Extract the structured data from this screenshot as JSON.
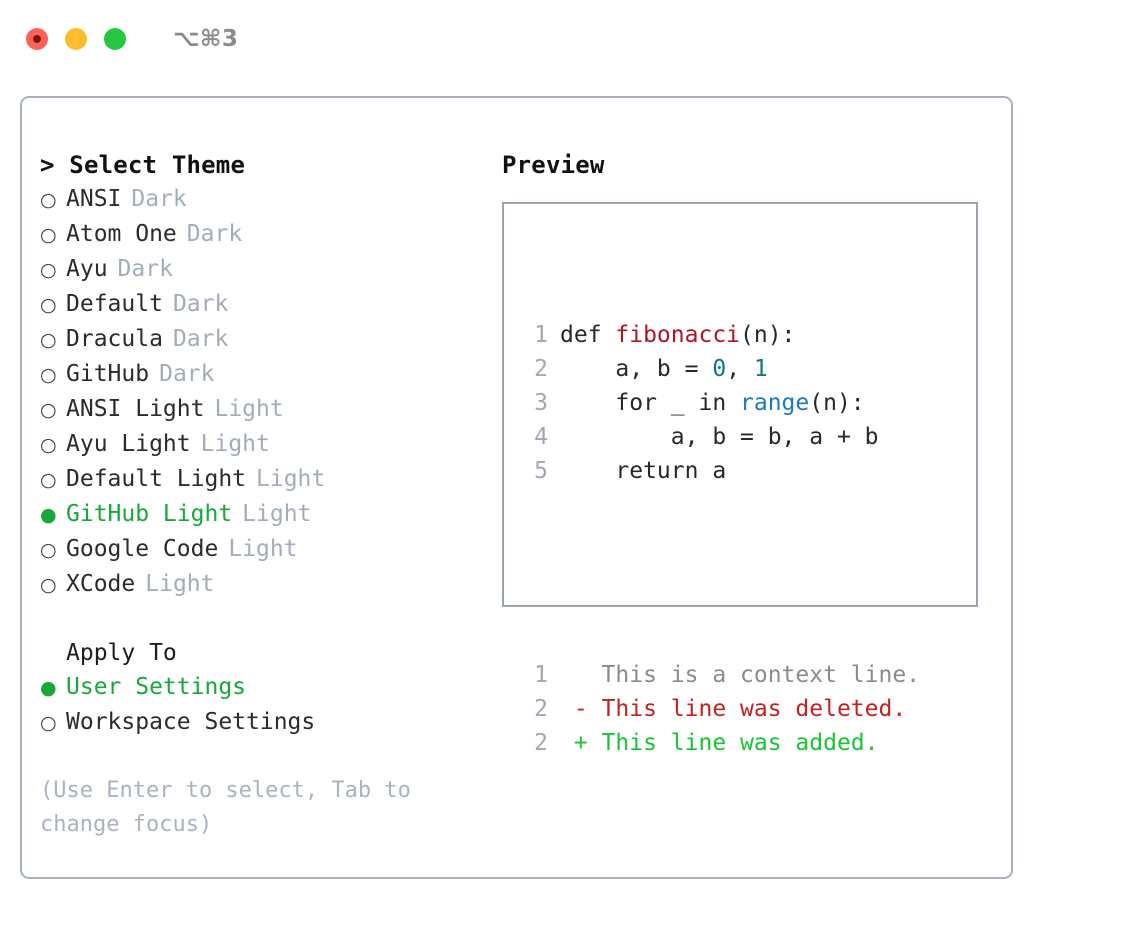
{
  "titlebar": {
    "shortcut": "⌥⌘3",
    "buttons": [
      {
        "name": "close",
        "color": "#ff6159"
      },
      {
        "name": "minimize",
        "color": "#ffbd2e"
      },
      {
        "name": "zoom",
        "color": "#25c73f"
      }
    ]
  },
  "theme_selector": {
    "header": "> Select Theme",
    "selected_marker": "●",
    "unselected_marker": "○",
    "accent_color": "#17a83a",
    "badge_color": "#a3adb9",
    "items": [
      {
        "marker": "○",
        "label": "ANSI",
        "badge": "Dark",
        "selected": false
      },
      {
        "marker": "○",
        "label": "Atom One",
        "badge": "Dark",
        "selected": false
      },
      {
        "marker": "○",
        "label": "Ayu",
        "badge": "Dark",
        "selected": false
      },
      {
        "marker": "○",
        "label": "Default",
        "badge": "Dark",
        "selected": false
      },
      {
        "marker": "○",
        "label": "Dracula",
        "badge": "Dark",
        "selected": false
      },
      {
        "marker": "○",
        "label": "GitHub",
        "badge": "Dark",
        "selected": false
      },
      {
        "marker": "○",
        "label": "ANSI Light",
        "badge": "Light",
        "selected": false
      },
      {
        "marker": "○",
        "label": "Ayu Light",
        "badge": "Light",
        "selected": false
      },
      {
        "marker": "○",
        "label": "Default Light",
        "badge": "Light",
        "selected": false
      },
      {
        "marker": "●",
        "label": "GitHub Light",
        "badge": "Light",
        "selected": true
      },
      {
        "marker": "○",
        "label": "Google Code",
        "badge": "Light",
        "selected": false
      },
      {
        "marker": "○",
        "label": "XCode",
        "badge": "Light",
        "selected": false
      }
    ]
  },
  "apply_to": {
    "header": "Apply To",
    "items": [
      {
        "marker": "●",
        "label": "User Settings",
        "selected": true
      },
      {
        "marker": "○",
        "label": "Workspace Settings",
        "selected": false
      }
    ]
  },
  "hint": "(Use Enter to select, Tab to change focus)",
  "preview": {
    "title": "Preview",
    "code_lines": [
      {
        "no": "1",
        "tokens": [
          {
            "t": "def ",
            "k": "plain"
          },
          {
            "t": "fibonacci",
            "k": "fn"
          },
          {
            "t": "(n):",
            "k": "plain"
          }
        ]
      },
      {
        "no": "2",
        "tokens": [
          {
            "t": "    a, b = ",
            "k": "plain"
          },
          {
            "t": "0",
            "k": "num"
          },
          {
            "t": ", ",
            "k": "plain"
          },
          {
            "t": "1",
            "k": "num"
          }
        ]
      },
      {
        "no": "3",
        "tokens": [
          {
            "t": "    for _ in ",
            "k": "plain"
          },
          {
            "t": "range",
            "k": "call"
          },
          {
            "t": "(n):",
            "k": "plain"
          }
        ]
      },
      {
        "no": "4",
        "tokens": [
          {
            "t": "        a, b = b, a + b",
            "k": "plain"
          }
        ]
      },
      {
        "no": "5",
        "tokens": [
          {
            "t": "    return a",
            "k": "plain"
          }
        ]
      }
    ],
    "diff_lines": [
      {
        "no": "1",
        "sign": " ",
        "text": "This is a context line.",
        "kind": "ctx"
      },
      {
        "no": "2",
        "sign": "-",
        "text": "This line was deleted.",
        "kind": "del"
      },
      {
        "no": "2",
        "sign": "+",
        "text": "This line was added.",
        "kind": "add"
      }
    ]
  }
}
